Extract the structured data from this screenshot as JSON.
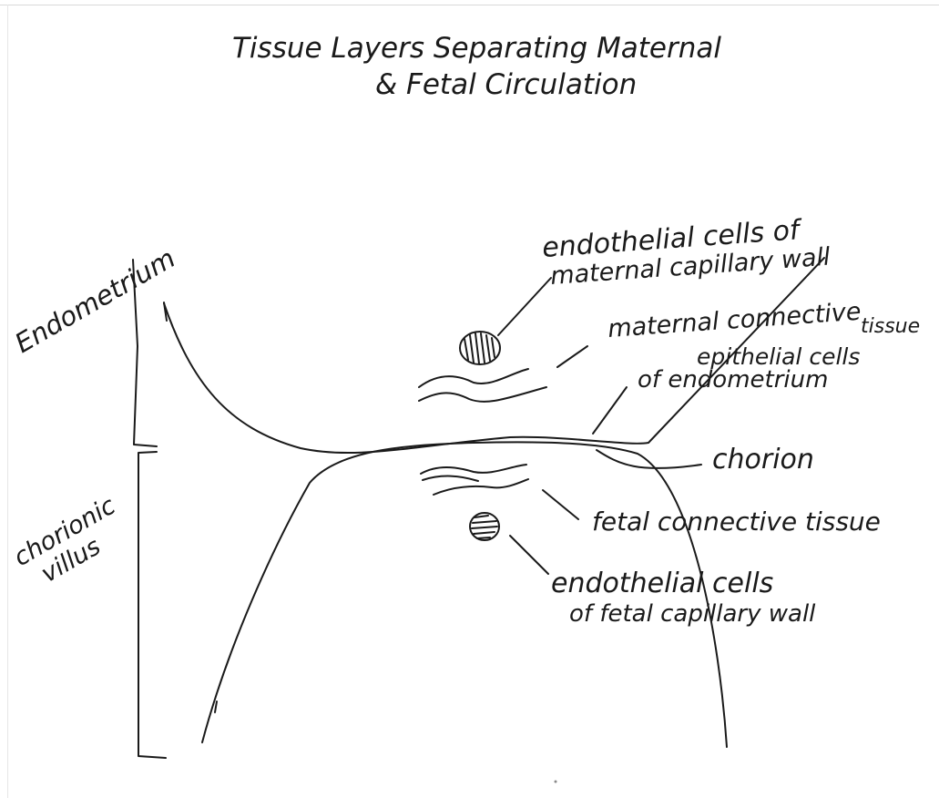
{
  "title": {
    "line1": "Tissue Layers Separating Maternal",
    "line2": "& Fetal Circulation"
  },
  "regions": {
    "endometrium": "Endometrium",
    "chorionic_villus_line1": "chorionic",
    "chorionic_villus_line2": "villus"
  },
  "labels": {
    "maternal_endothelial_line1": "endothelial cells of",
    "maternal_endothelial_line2": "maternal capillary wall",
    "maternal_connective_line1": "maternal connective",
    "maternal_connective_line2": "tissue",
    "epithelial_line1": "epithelial cells",
    "epithelial_line2": "of endometrium",
    "chorion": "chorion",
    "fetal_connective": "fetal connective tissue",
    "fetal_endothelial_line1": "endothelial cells",
    "fetal_endothelial_line2": "of fetal capillary wall"
  },
  "colors": {
    "ink": "#1a1a1a",
    "paper": "#ffffff"
  }
}
